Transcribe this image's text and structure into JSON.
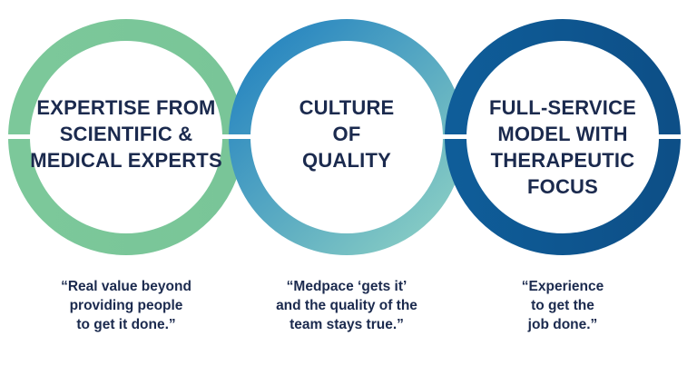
{
  "pillars": [
    {
      "title_lines": [
        "EXPERTISE FROM",
        "SCIENTIFIC &",
        "MEDICAL EXPERTS"
      ],
      "quote_lines": [
        "“Real value beyond",
        "providing people",
        "to get it done.”"
      ],
      "ring_colors": [
        "#7cc89a",
        "#79c598"
      ]
    },
    {
      "title_lines": [
        "CULTURE",
        "OF",
        "QUALITY"
      ],
      "quote_lines": [
        "“Medpace ‘gets it’",
        "and the quality of the",
        "team stays true.”"
      ],
      "ring_colors": [
        "#1f7fc0",
        "#8fd2c4"
      ]
    },
    {
      "title_lines": [
        "FULL-SERVICE",
        "MODEL WITH",
        "THERAPEUTIC FOCUS"
      ],
      "quote_lines": [
        "“Experience",
        "to get the",
        "job done.”"
      ],
      "ring_colors": [
        "#0f5d99",
        "#0d4f87"
      ]
    }
  ],
  "text_color": "#1b2a4e"
}
